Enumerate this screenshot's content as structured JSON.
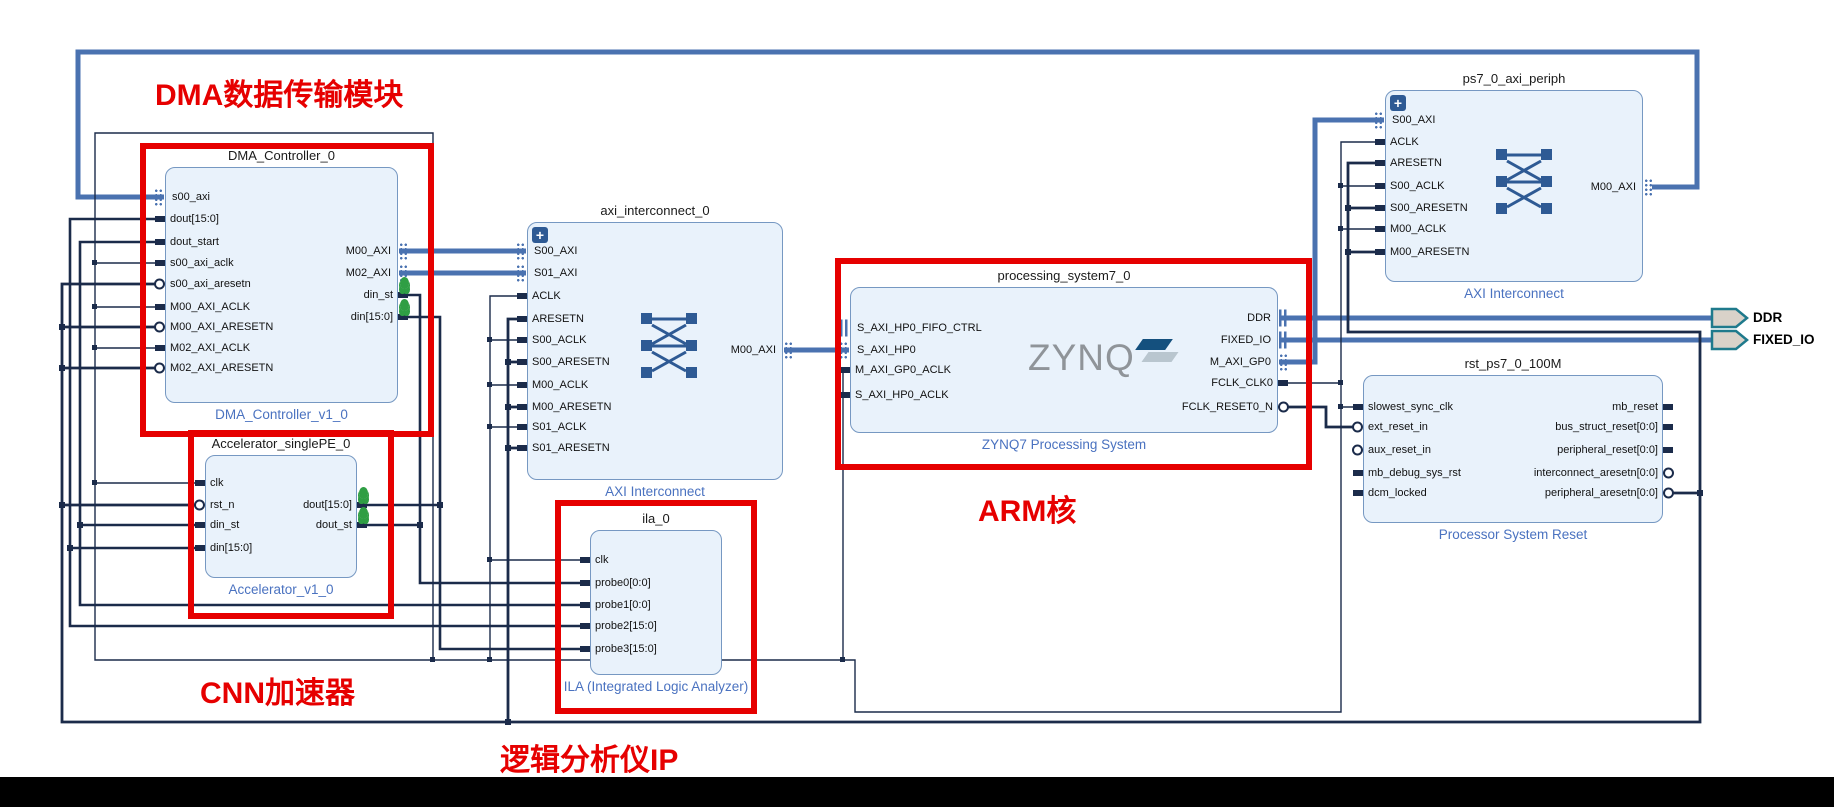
{
  "annotations": {
    "dma_label": "DMA数据传输模块",
    "cnn_label": "CNN加速器",
    "ila_label": "逻辑分析仪IP",
    "arm_label": "ARM核"
  },
  "colors": {
    "annotation_red": "#e60000",
    "wire_blue": "#4a72b0",
    "wire_dark": "#1b2b4a",
    "block_fill": "#e9f2fb",
    "block_border": "#7698c2",
    "footer_blue": "#4a72c0"
  },
  "logo": {
    "text": "ZYNQ"
  },
  "external_ports": [
    {
      "label": "DDR"
    },
    {
      "label": "FIXED_IO"
    }
  ],
  "blocks": {
    "dma": {
      "title": "DMA_Controller_0",
      "footer": "DMA_Controller_v1_0",
      "left_ports": [
        {
          "name": "s00_axi",
          "kind": "axi"
        },
        {
          "name": "dout[15:0]",
          "kind": "plain"
        },
        {
          "name": "dout_start",
          "kind": "plain"
        },
        {
          "name": "s00_axi_aclk",
          "kind": "plain"
        },
        {
          "name": "s00_axi_aresetn",
          "kind": "inv"
        },
        {
          "name": "M00_AXI_ACLK",
          "kind": "plain"
        },
        {
          "name": "M00_AXI_ARESETN",
          "kind": "inv"
        },
        {
          "name": "M02_AXI_ACLK",
          "kind": "plain"
        },
        {
          "name": "M02_AXI_ARESETN",
          "kind": "inv"
        }
      ],
      "right_ports": [
        {
          "name": "M00_AXI",
          "kind": "axi"
        },
        {
          "name": "M02_AXI",
          "kind": "axi"
        },
        {
          "name": "din_st",
          "kind": "plain",
          "bug": true
        },
        {
          "name": "din[15:0]",
          "kind": "plain",
          "bug": true
        }
      ]
    },
    "accel": {
      "title": "Accelerator_singlePE_0",
      "footer": "Accelerator_v1_0",
      "left_ports": [
        {
          "name": "clk",
          "kind": "plain"
        },
        {
          "name": "rst_n",
          "kind": "inv"
        },
        {
          "name": "din_st",
          "kind": "plain"
        },
        {
          "name": "din[15:0]",
          "kind": "plain"
        }
      ],
      "right_ports": [
        {
          "name": "dout[15:0]",
          "kind": "plain",
          "bug": true
        },
        {
          "name": "dout_st",
          "kind": "plain",
          "bug": true
        }
      ]
    },
    "axi_ic": {
      "title": "axi_interconnect_0",
      "footer": "AXI Interconnect",
      "left_ports": [
        {
          "name": "S00_AXI",
          "kind": "axi"
        },
        {
          "name": "S01_AXI",
          "kind": "axi"
        },
        {
          "name": "ACLK",
          "kind": "plain"
        },
        {
          "name": "ARESETN",
          "kind": "plain"
        },
        {
          "name": "S00_ACLK",
          "kind": "plain"
        },
        {
          "name": "S00_ARESETN",
          "kind": "plain"
        },
        {
          "name": "M00_ACLK",
          "kind": "plain"
        },
        {
          "name": "M00_ARESETN",
          "kind": "plain"
        },
        {
          "name": "S01_ACLK",
          "kind": "plain"
        },
        {
          "name": "S01_ARESETN",
          "kind": "plain"
        }
      ],
      "right_ports": [
        {
          "name": "M00_AXI",
          "kind": "axi"
        }
      ]
    },
    "ila": {
      "title": "ila_0",
      "footer": "ILA (Integrated Logic Analyzer)",
      "left_ports": [
        {
          "name": "clk",
          "kind": "plain"
        },
        {
          "name": "probe0[0:0]",
          "kind": "plain"
        },
        {
          "name": "probe1[0:0]",
          "kind": "plain"
        },
        {
          "name": "probe2[15:0]",
          "kind": "plain"
        },
        {
          "name": "probe3[15:0]",
          "kind": "plain"
        }
      ],
      "right_ports": []
    },
    "ps7": {
      "title": "processing_system7_0",
      "footer": "ZYNQ7 Processing System",
      "left_ports": [
        {
          "name": "S_AXI_HP0_FIFO_CTRL",
          "kind": "axibars"
        },
        {
          "name": "S_AXI_HP0",
          "kind": "axi"
        },
        {
          "name": "M_AXI_GP0_ACLK",
          "kind": "plain"
        },
        {
          "name": "S_AXI_HP0_ACLK",
          "kind": "plain"
        }
      ],
      "right_ports": [
        {
          "name": "DDR",
          "kind": "axibars"
        },
        {
          "name": "FIXED_IO",
          "kind": "axibars"
        },
        {
          "name": "M_AXI_GP0",
          "kind": "axi"
        },
        {
          "name": "FCLK_CLK0",
          "kind": "plain"
        },
        {
          "name": "FCLK_RESET0_N",
          "kind": "inv"
        }
      ]
    },
    "periph": {
      "title": "ps7_0_axi_periph",
      "footer": "AXI Interconnect",
      "left_ports": [
        {
          "name": "S00_AXI",
          "kind": "axi"
        },
        {
          "name": "ACLK",
          "kind": "plain"
        },
        {
          "name": "ARESETN",
          "kind": "plain"
        },
        {
          "name": "S00_ACLK",
          "kind": "plain"
        },
        {
          "name": "S00_ARESETN",
          "kind": "plain"
        },
        {
          "name": "M00_ACLK",
          "kind": "plain"
        },
        {
          "name": "M00_ARESETN",
          "kind": "plain"
        }
      ],
      "right_ports": [
        {
          "name": "M00_AXI",
          "kind": "axi"
        }
      ]
    },
    "rst": {
      "title": "rst_ps7_0_100M",
      "footer": "Processor System Reset",
      "left_ports": [
        {
          "name": "slowest_sync_clk",
          "kind": "plain"
        },
        {
          "name": "ext_reset_in",
          "kind": "inv"
        },
        {
          "name": "aux_reset_in",
          "kind": "inv"
        },
        {
          "name": "mb_debug_sys_rst",
          "kind": "plain"
        },
        {
          "name": "dcm_locked",
          "kind": "plain"
        }
      ],
      "right_ports": [
        {
          "name": "mb_reset",
          "kind": "plain"
        },
        {
          "name": "bus_struct_reset[0:0]",
          "kind": "plain"
        },
        {
          "name": "peripheral_reset[0:0]",
          "kind": "plain"
        },
        {
          "name": "interconnect_aresetn[0:0]",
          "kind": "inv"
        },
        {
          "name": "peripheral_aresetn[0:0]",
          "kind": "inv"
        }
      ]
    }
  }
}
